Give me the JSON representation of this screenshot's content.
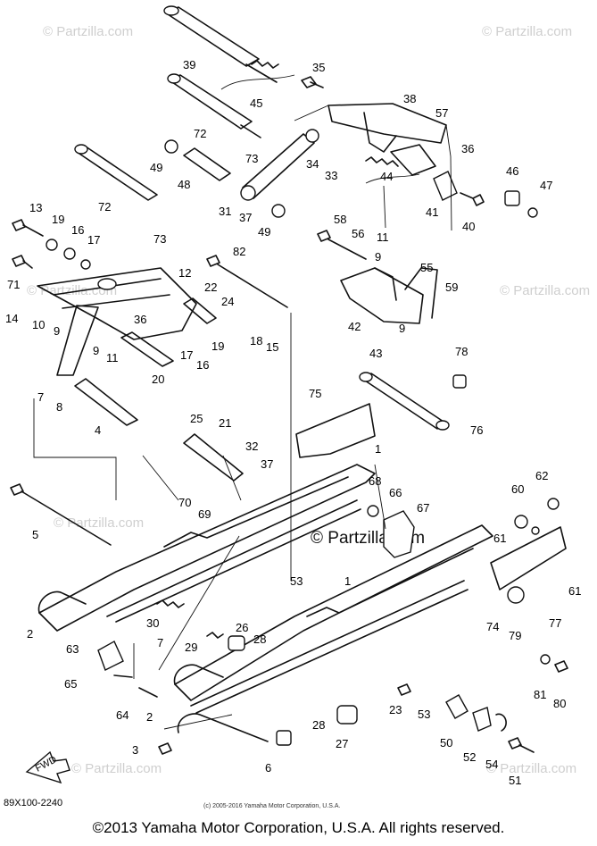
{
  "watermark_corner": "© Partzilla.com",
  "watermark_center": "© Partzilla.com",
  "diagram_code": "89X100-2240",
  "small_copyright": "(c) 2005-2016 Yamaha Motor Corporation, U.S.A.",
  "footer_copyright": "©2013 Yamaha Motor Corporation, U.S.A. All rights reserved.",
  "direction_label": "FWD",
  "callouts": [
    "39",
    "45",
    "35",
    "38",
    "57",
    "72",
    "73",
    "36",
    "49",
    "48",
    "34",
    "33",
    "46",
    "47",
    "44",
    "72",
    "31",
    "37",
    "49",
    "41",
    "40",
    "13",
    "19",
    "16",
    "17",
    "73",
    "58",
    "56",
    "11",
    "82",
    "71",
    "12",
    "22",
    "24",
    "9",
    "55",
    "59",
    "14",
    "10",
    "9",
    "36",
    "42",
    "9",
    "43",
    "8",
    "9",
    "11",
    "20",
    "17",
    "16",
    "19",
    "18",
    "15",
    "78",
    "7",
    "21",
    "75",
    "1",
    "4",
    "25",
    "76",
    "32",
    "37",
    "68",
    "66",
    "62",
    "60",
    "70",
    "69",
    "67",
    "5",
    "61",
    "61",
    "53",
    "1",
    "30",
    "74",
    "77",
    "79",
    "2",
    "26",
    "29",
    "28",
    "63",
    "7",
    "81",
    "80",
    "65",
    "64",
    "23",
    "53",
    "2",
    "28",
    "3",
    "27",
    "50",
    "52",
    "54",
    "51",
    "6"
  ]
}
